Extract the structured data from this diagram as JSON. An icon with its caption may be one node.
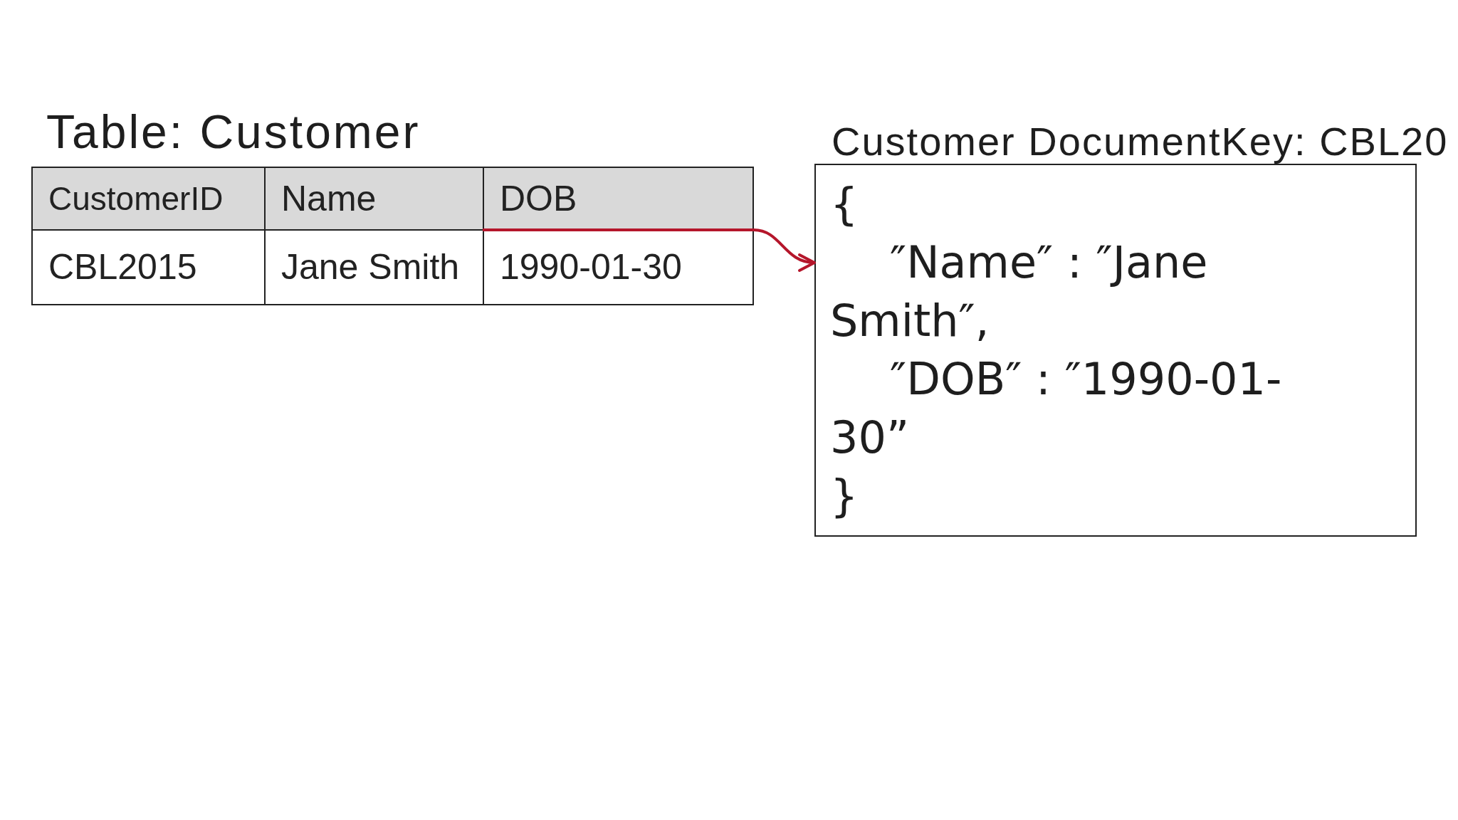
{
  "diagram": {
    "nodes": [
      {
        "text": [
          "Table: Customer"
        ]
      },
      {
        "text": [
          "CustomerID"
        ],
        "in": 0
      },
      {
        "text": [
          "Name"
        ],
        "in": 0
      },
      {
        "text": [
          "DOB"
        ],
        "in": 0
      },
      {
        "text": [
          "CBL2015"
        ],
        "in": 0
      },
      {
        "text": [
          "Jane Smith"
        ],
        "in": 0
      },
      {
        "text": [
          "1990-01-30"
        ],
        "in": 0
      },
      {
        "text": [
          "Customer DocumentKey: CBL20",
          "{",
          "″Name″ : ″Jane Smith″,",
          "″DOB″ : ″1990-01-30”",
          "}"
        ]
      }
    ],
    "edges": [
      {
        "from": 2,
        "to": 7,
        "arrow": "to",
        "color": "#b5162b"
      }
    ]
  }
}
